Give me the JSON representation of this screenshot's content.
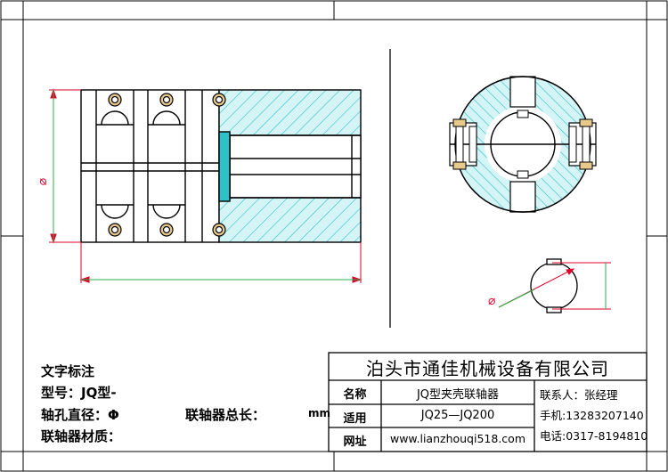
{
  "notes": {
    "heading": "文字标注",
    "model_label": "型号：JQ型-",
    "bore_label": "轴孔直径：Φ",
    "total_length_label": "联轴器总长：",
    "length_unit": "mm",
    "material_label": "联轴器材质："
  },
  "title_block": {
    "company": "泊头市通佳机械设备有限公司",
    "name_label": "名称",
    "name_value": "JQ型夹壳联轴器",
    "applicable_label": "适用",
    "applicable_value": "JQ25—JQ200",
    "website_label": "网址",
    "website_value": "www.lianzhouqi518.com",
    "contact": "联系人：张经理",
    "mobile": "手机:13283207140",
    "phone": "电话:0317-8194810"
  },
  "dimensions": {
    "diameter_symbol": "⌀",
    "key_diameter_symbol": "⌀"
  },
  "colors": {
    "hatch": "#30c0c8",
    "fill": "#cff3f5",
    "dimension": "#e0002a",
    "frame": "#000000"
  }
}
